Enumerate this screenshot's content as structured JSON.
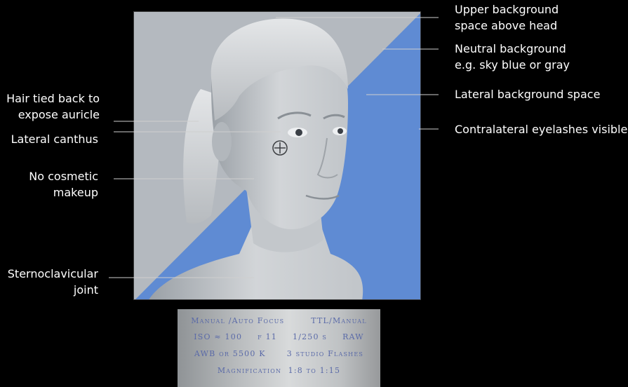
{
  "labels_right": {
    "upper_background": "Upper background\nspace above head",
    "neutral_background": "Neutral background\ne.g. sky blue or gray",
    "lateral_background": "Lateral background space",
    "contralateral_eyelashes": "Contralateral eyelashes visible"
  },
  "labels_left": {
    "hair_tied": "Hair tied back to\nexpose auricle",
    "lateral_canthus": "Lateral canthus",
    "no_makeup": "No cosmetic\nmakeup",
    "sternoclavicular": "Sternoclavicular\njoint"
  },
  "camera_settings": {
    "row1_left": "Manual /Auto Focus",
    "row1_right": "TTL/Manual",
    "row2_iso": "ISO ≈ 100",
    "row2_aperture": "f 11",
    "row2_shutter": "1/250 s",
    "row2_format": "RAW",
    "row3_left": "AWB or 5500 K",
    "row3_right": "3 studio Flashes",
    "row4": "Magnification  1:8 to 1:15"
  },
  "colors": {
    "background": "#000000",
    "backdrop_gray": "#b4b9bf",
    "backdrop_blue": "#5f8bd3",
    "leader_line": "#cfcfcf",
    "panel_text": "#5a6aa8"
  }
}
